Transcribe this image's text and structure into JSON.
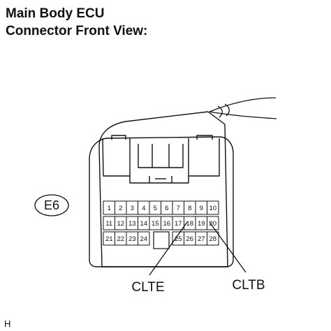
{
  "title": {
    "line1": "Main Body ECU",
    "line2": "Connector Front View:"
  },
  "connector": {
    "code": "E6",
    "rows": [
      [
        "1",
        "2",
        "3",
        "4",
        "5",
        "6",
        "7",
        "8",
        "9",
        "10"
      ],
      [
        "11",
        "12",
        "13",
        "14",
        "15",
        "16",
        "17",
        "18",
        "19",
        "20"
      ],
      [
        "21",
        "22",
        "23",
        "24",
        "",
        "",
        "25",
        "26",
        "27",
        "28"
      ]
    ]
  },
  "callouts": {
    "left": "CLTE",
    "right": "CLTB"
  },
  "figure_code": "H"
}
